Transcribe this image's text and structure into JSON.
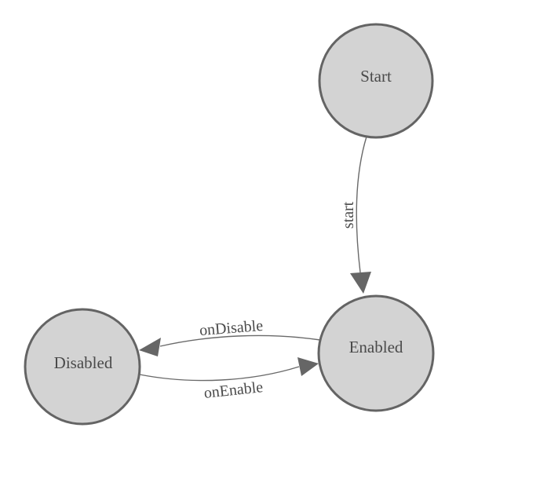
{
  "diagram": {
    "type": "state-machine",
    "background_color": "#ffffff",
    "node_fill_color": "#d3d3d3",
    "node_border_color": "#646464",
    "edge_color": "#6a6a6a",
    "text_color": "#4a4a4a",
    "states": [
      {
        "label": "Start"
      },
      {
        "label": "Enabled"
      },
      {
        "label": "Disabled"
      }
    ],
    "transitions": [
      {
        "from": "Start",
        "to": "Enabled",
        "label": "start"
      },
      {
        "from": "Enabled",
        "to": "Disabled",
        "label": "onDisable"
      },
      {
        "from": "Disabled",
        "to": "Enabled",
        "label": "onEnable"
      }
    ]
  }
}
